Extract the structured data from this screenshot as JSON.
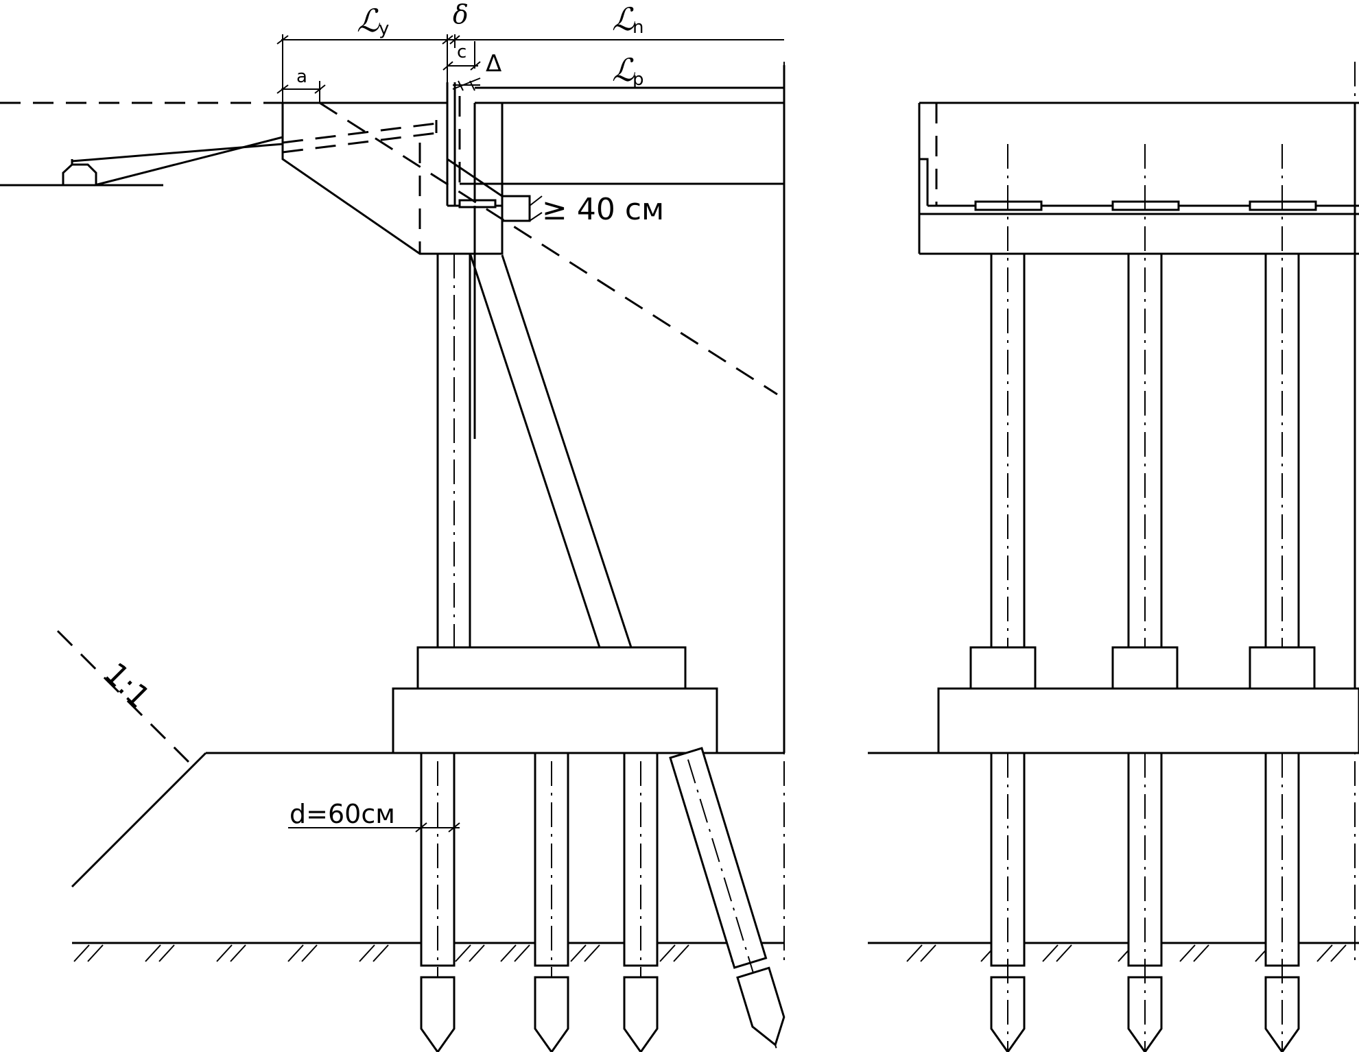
{
  "labels": {
    "ly": "ℒ",
    "ly_sub": "y",
    "delta": "δ",
    "ln": "ℒ",
    "ln_sub": "n",
    "c": "c",
    "Delta": "Δ",
    "lp": "ℒ",
    "lp_sub": "p",
    "a": "a",
    "gap": "≥ 40  см",
    "slope": "1:1",
    "pile_d": "d=60см"
  }
}
